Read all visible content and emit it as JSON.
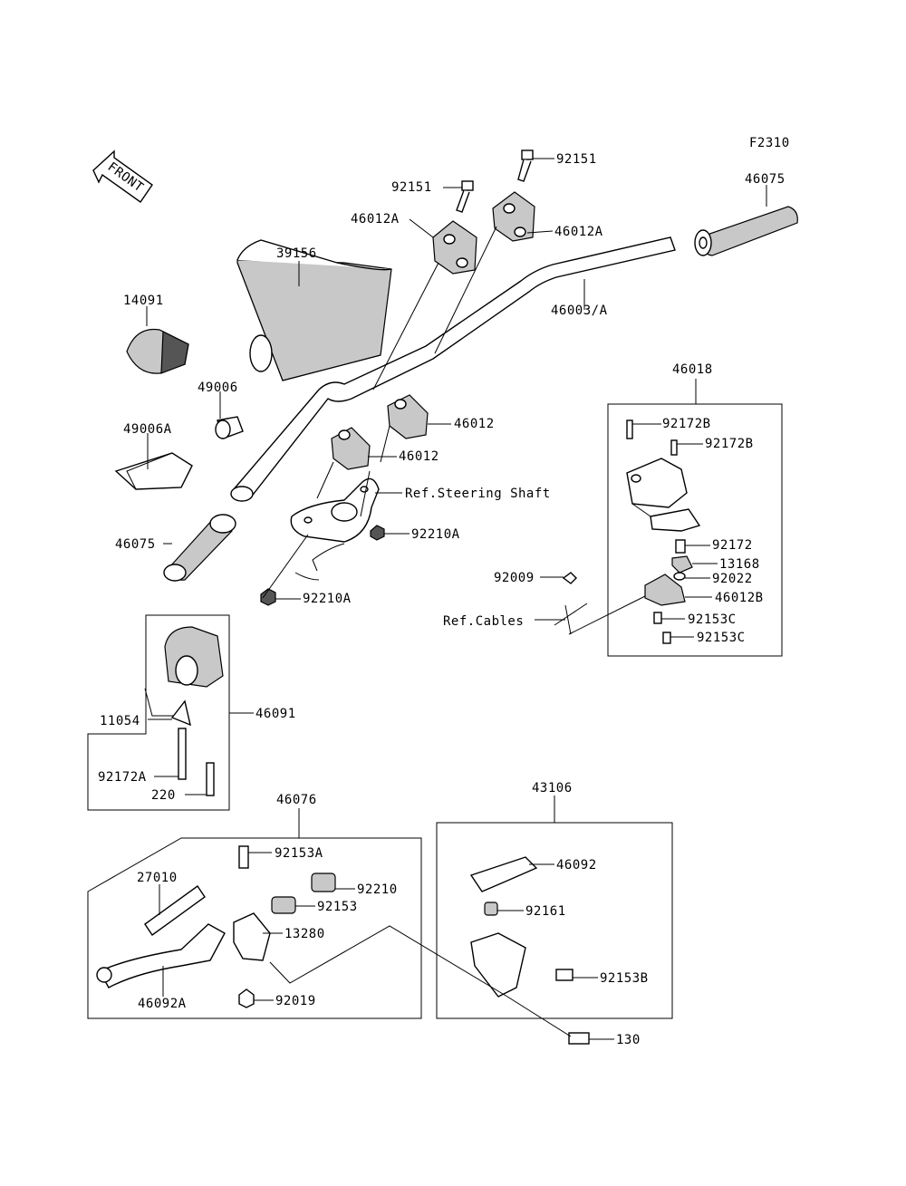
{
  "figure_code": "F2310",
  "front_badge": "FRONT",
  "refs": {
    "steering_shaft": "Ref.Steering Shaft",
    "cables": "Ref.Cables"
  },
  "parts": {
    "p92151_top": "92151",
    "p92151_left": "92151",
    "p46075_right": "46075",
    "p46012A_right": "46012A",
    "p46012A_left": "46012A",
    "p39156": "39156",
    "p46003A": "46003/A",
    "p14091": "14091",
    "p49006": "49006",
    "p49006A": "49006A",
    "p46012_upper": "46012",
    "p46012_lower": "46012",
    "p46075_left": "46075",
    "p92210A_right": "92210A",
    "p92210A_bottom": "92210A",
    "p46018": "46018",
    "p92172B_1": "92172B",
    "p92172B_2": "92172B",
    "p92172": "92172",
    "p13168": "13168",
    "p92022": "92022",
    "p46012B": "46012B",
    "p92009": "92009",
    "p92153C_1": "92153C",
    "p92153C_2": "92153C",
    "p11054": "11054",
    "p46091": "46091",
    "p92172A": "92172A",
    "p220": "220",
    "p46076": "46076",
    "p43106": "43106",
    "p92153A": "92153A",
    "p27010": "27010",
    "p92210": "92210",
    "p92153": "92153",
    "p13280": "13280",
    "p46092A": "46092A",
    "p92019": "92019",
    "p46092": "46092",
    "p92161": "92161",
    "p92153B": "92153B",
    "p130": "130"
  }
}
